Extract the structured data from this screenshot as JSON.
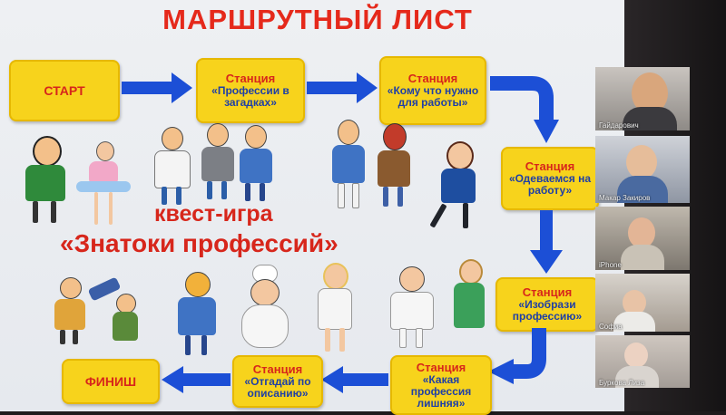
{
  "slide": {
    "title": "МАРШРУТНЫЙ ЛИСТ",
    "quest_line1": "квест-игра",
    "quest_line2": "«Знатоки профессий»",
    "start": "СТАРТ",
    "finish": "ФИНИШ",
    "station_word": "Станция",
    "stations": [
      {
        "name": "«Профессии в загадках»"
      },
      {
        "name": "«Кому что нужно для работы»"
      },
      {
        "name": "«Одеваемся на работу»"
      },
      {
        "name": "«Изобрази профессию»"
      },
      {
        "name": "«Какая профессия лишняя»"
      },
      {
        "name": "«Отгадай по описанию»"
      }
    ],
    "colors": {
      "title": "#e5291b",
      "box": "#f7d31c",
      "arrow": "#1c4fd6",
      "box_text": "#1f3fa6"
    }
  },
  "video_call": {
    "participants": [
      {
        "name": "Гайдарович"
      },
      {
        "name": "Макар Закиров"
      },
      {
        "name": "iPhone"
      },
      {
        "name": "Софиа"
      },
      {
        "name": "Буркова Лиза"
      }
    ]
  }
}
